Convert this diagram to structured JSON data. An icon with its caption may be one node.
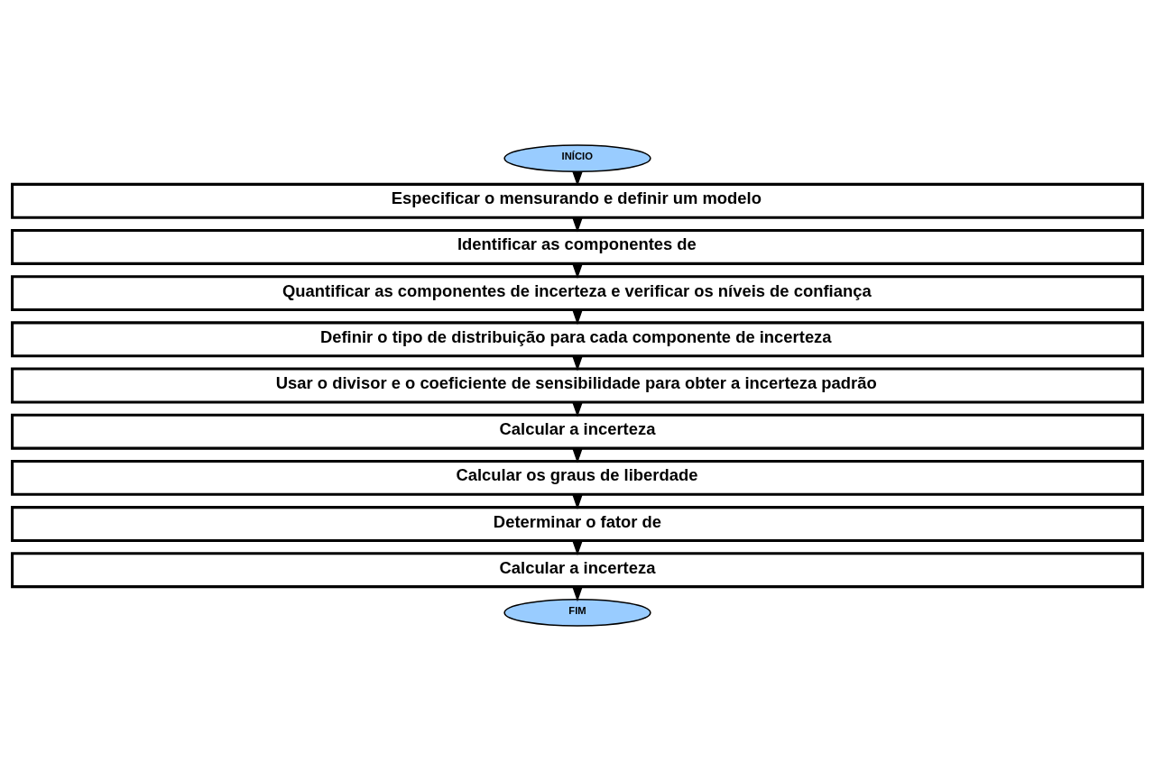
{
  "diagram": {
    "nodes": [
      {
        "text": [
          "INÍCIO"
        ]
      },
      {
        "text": [
          "Especificar o mensurando e definir um modelo"
        ]
      },
      {
        "text": [
          "Identificar as componentes de"
        ]
      },
      {
        "text": [
          "Quantificar as componentes de incerteza e verificar os níveis de confiança"
        ]
      },
      {
        "text": [
          "Definir o tipo de distribuição para cada componente de incerteza"
        ]
      },
      {
        "text": [
          "Usar o divisor e o coeficiente de sensibilidade para obter a incerteza padrão"
        ]
      },
      {
        "text": [
          "Calcular a incerteza"
        ]
      },
      {
        "text": [
          "Calcular os graus de liberdade"
        ]
      },
      {
        "text": [
          "Determinar o fator de"
        ]
      },
      {
        "text": [
          "Calcular a incerteza"
        ]
      },
      {
        "text": [
          "FIM"
        ]
      }
    ],
    "edges": [
      {
        "from": 0,
        "to": 1,
        "arrow": "to"
      },
      {
        "from": 1,
        "to": 2,
        "arrow": "to"
      },
      {
        "from": 2,
        "to": 3,
        "arrow": "to"
      },
      {
        "from": 3,
        "to": 4,
        "arrow": "to"
      },
      {
        "from": 4,
        "to": 5,
        "arrow": "to"
      },
      {
        "from": 5,
        "to": 6,
        "arrow": "to"
      },
      {
        "from": 6,
        "to": 7,
        "arrow": "to"
      },
      {
        "from": 7,
        "to": 8,
        "arrow": "to"
      },
      {
        "from": 8,
        "to": 9,
        "arrow": "to"
      },
      {
        "from": 9,
        "to": 10,
        "arrow": "to"
      }
    ]
  }
}
